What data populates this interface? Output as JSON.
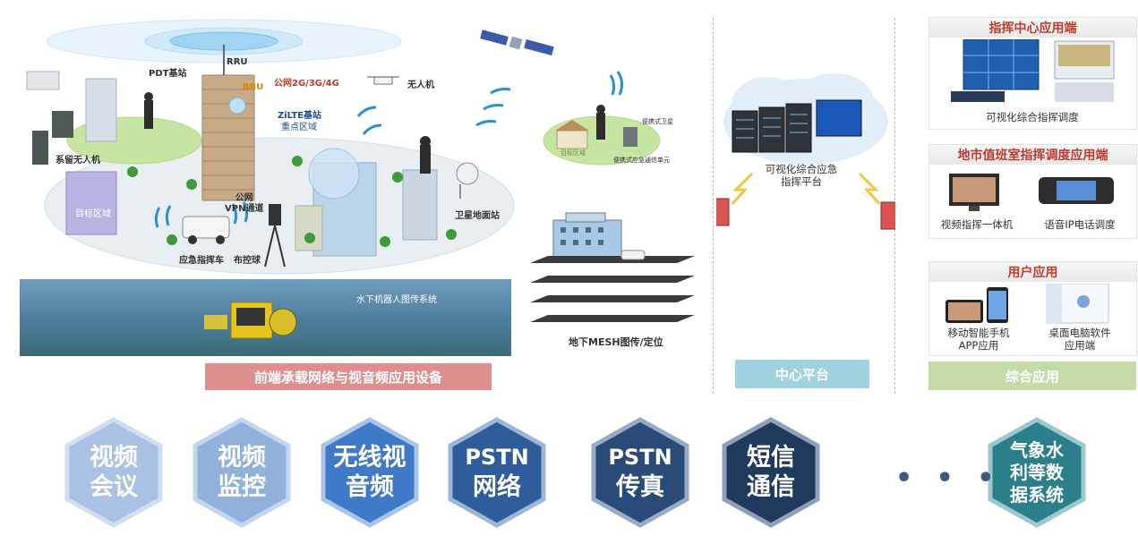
{
  "scene": {
    "pdt_station": "PDT基站",
    "rru": "RRU",
    "bbu": "BBU",
    "public_net": "公网2G/3G/4G",
    "drone": "无人机",
    "tethered_drone": "系留无人机",
    "zilte_station": "ZiLTE基站",
    "key_area": "重点区域",
    "target_area": "目标区域",
    "public_vpn": "公网\nVPN通道",
    "command_vehicle": "应急指挥车",
    "deploy_ball": "布控球",
    "satellite_station": "卫星地面站",
    "portable_satellite": "便携式卫星",
    "portable_unit": "便携式应急通信单元",
    "target_area_small": "目标区域",
    "underwater": "水下机器人图传系统",
    "mesh": "地下MESH图传/定位",
    "platform": "可视化综合应急\n指挥平台"
  },
  "sections": {
    "front": "前端承载网络与视音频应用设备",
    "center": "中心平台",
    "app": "综合应用"
  },
  "panels": [
    {
      "title": "指挥中心应用端",
      "captions": [
        "可视化综合指挥调度"
      ]
    },
    {
      "title": "地市值班室指挥调度应用端",
      "captions": [
        "视频指挥一体机",
        "语音IP电话调度"
      ]
    },
    {
      "title": "用户应用",
      "captions": [
        "移动智能手机\nAPP应用",
        "桌面电脑软件\n应用端"
      ]
    }
  ],
  "services": [
    {
      "lines": [
        "视频",
        "会议"
      ],
      "fill": "#a8c1e4",
      "stroke": "#d0def2"
    },
    {
      "lines": [
        "视频",
        "监控"
      ],
      "fill": "#8fb1da",
      "stroke": "#c4d6ee"
    },
    {
      "lines": [
        "无线视",
        "音频"
      ],
      "fill": "#3f79c8",
      "stroke": "#a9c4e8"
    },
    {
      "lines": [
        "PSTN",
        "网络"
      ],
      "fill": "#2f5d9b",
      "stroke": "#9cb6d8"
    },
    {
      "lines": [
        "PSTN",
        "传真"
      ],
      "fill": "#2a4b78",
      "stroke": "#98aac4"
    },
    {
      "lines": [
        "短信",
        "通信"
      ],
      "fill": "#203a5e",
      "stroke": "#8ea0b8"
    },
    {
      "lines": [
        "气象水",
        "利等数",
        "据系统"
      ],
      "fill": "#2b7f8a",
      "stroke": "#9cc8cd"
    }
  ],
  "ellipsis": "• • •",
  "colors": {
    "accent_red": "#c0392b"
  }
}
